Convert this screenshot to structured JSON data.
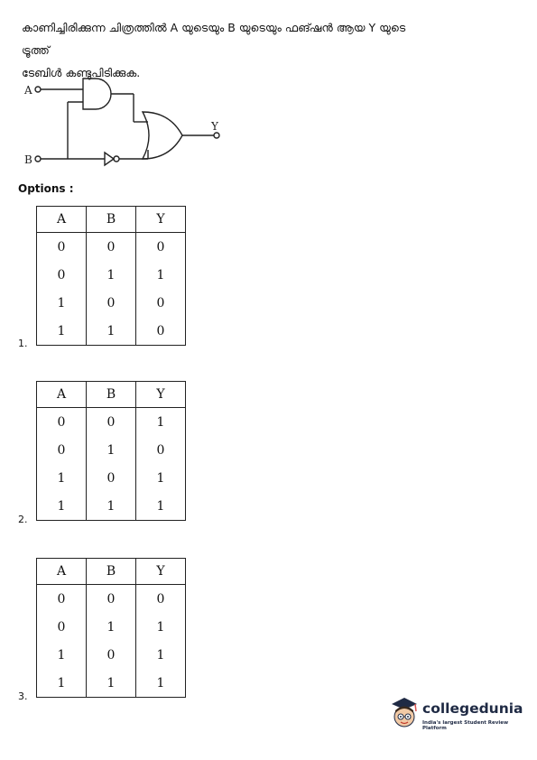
{
  "question": {
    "line1": "കാണിച്ചിരിക്കുന്ന ചിത്രത്തിൽ A യുടെയും B യുടെയും ഫങ്ഷൻ ആയ Y യുടെ ട്രൂത്ത്",
    "line2": "ടേബിൾ കണ്ടുപിടിക്കുക."
  },
  "diagram": {
    "input_a": "A",
    "input_b": "B",
    "output_y": "Y"
  },
  "options_label": "Options :",
  "options": [
    {
      "number": "1.",
      "headers": [
        "A",
        "B",
        "Y"
      ],
      "rows": [
        [
          "0",
          "0",
          "0"
        ],
        [
          "0",
          "1",
          "1"
        ],
        [
          "1",
          "0",
          "0"
        ],
        [
          "1",
          "1",
          "0"
        ]
      ]
    },
    {
      "number": "2.",
      "headers": [
        "A",
        "B",
        "Y"
      ],
      "rows": [
        [
          "0",
          "0",
          "1"
        ],
        [
          "0",
          "1",
          "0"
        ],
        [
          "1",
          "0",
          "1"
        ],
        [
          "1",
          "1",
          "1"
        ]
      ]
    },
    {
      "number": "3.",
      "headers": [
        "A",
        "B",
        "Y"
      ],
      "rows": [
        [
          "0",
          "0",
          "0"
        ],
        [
          "0",
          "1",
          "1"
        ],
        [
          "1",
          "0",
          "1"
        ],
        [
          "1",
          "1",
          "1"
        ]
      ]
    }
  ],
  "logo": {
    "name": "collegedunia",
    "tagline": "India's largest Student Review Platform"
  }
}
